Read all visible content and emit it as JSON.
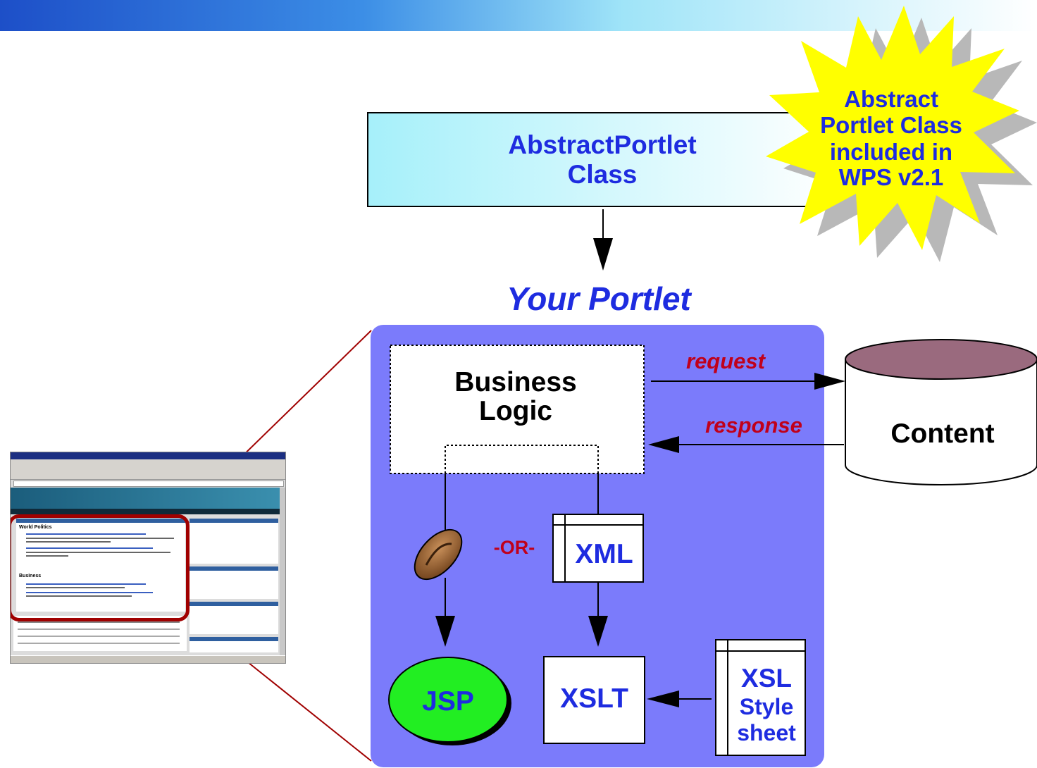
{
  "abstract_class": {
    "line1": "AbstractPortlet",
    "line2": "Class"
  },
  "starburst": {
    "line1": "Abstract",
    "line2": "Portlet Class",
    "line3": "included in",
    "line4": "WPS v2.1"
  },
  "your_portlet": "Your Portlet",
  "business_logic": {
    "line1": "Business",
    "line2": "Logic"
  },
  "request_label": "request",
  "response_label": "response",
  "content_label": "Content",
  "or_label": "-OR-",
  "xml_label": "XML",
  "jsp_label": "JSP",
  "xslt_label": "XSLT",
  "xsl": {
    "line1": "XSL",
    "line2": "Style",
    "line3": "sheet"
  },
  "screenshot": {
    "section1": "World Politics",
    "section2": "Business"
  },
  "colors": {
    "top_bar": "#2a6fd8",
    "portlet_bg": "#7b7bfb",
    "abstract_box": "#aef2fb",
    "starburst": "#ffff00",
    "cylinder_top": "#9a6a7e",
    "jsp_fill": "#22ee22",
    "label_blue": "#1e2ce0",
    "label_red": "#c0001a"
  }
}
